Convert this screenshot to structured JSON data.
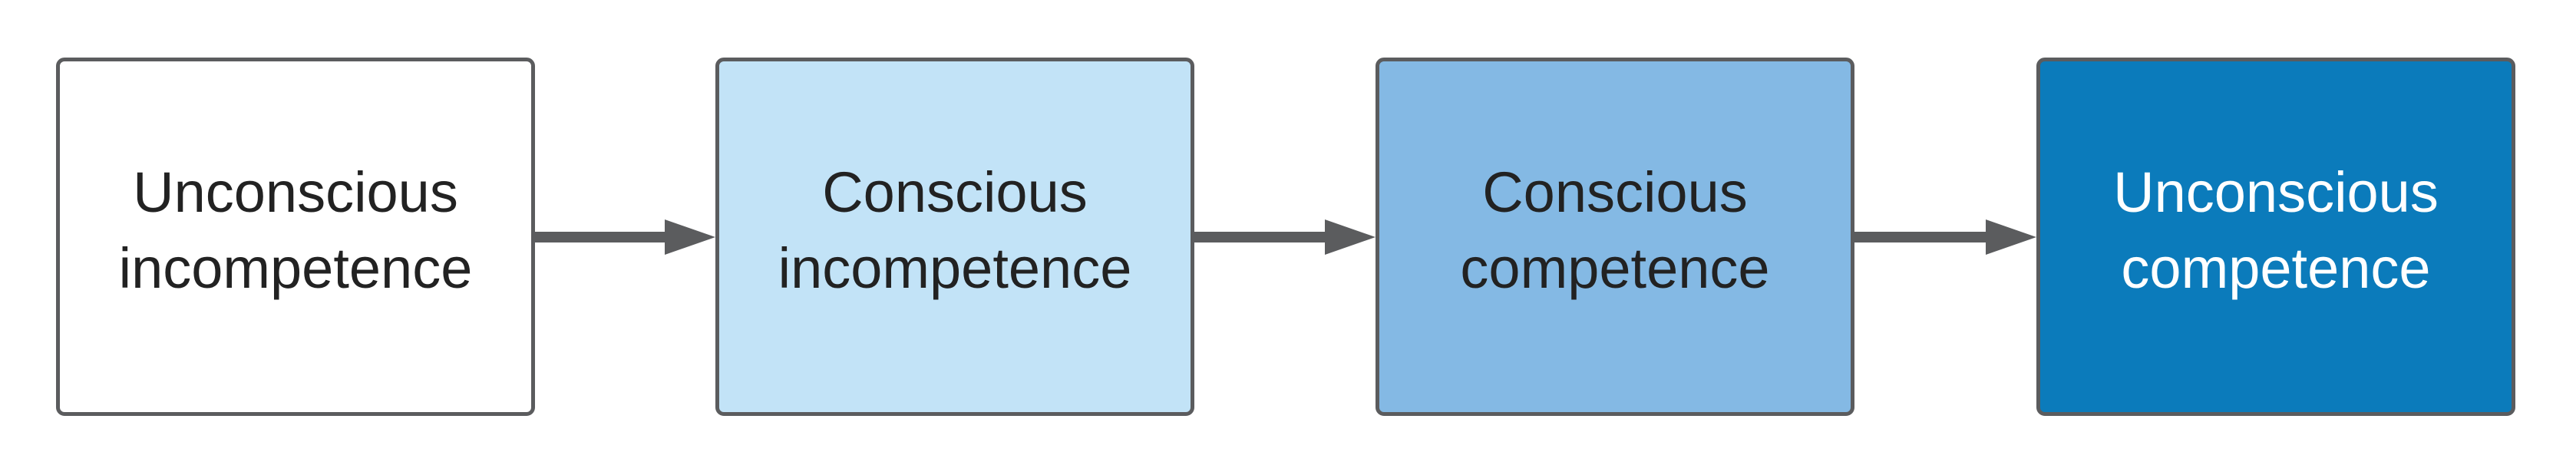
{
  "stages": [
    {
      "label": "Unconscious\nincompetence",
      "fill": "#ffffff",
      "text_color": "#222222"
    },
    {
      "label": "Conscious\nincompetence",
      "fill": "#c2e3f7",
      "text_color": "#222222"
    },
    {
      "label": "Conscious\ncompetence",
      "fill": "#84b9e4",
      "text_color": "#222222"
    },
    {
      "label": "Unconscious\ncompetence",
      "fill": "#0b7bbb",
      "text_color": "#ffffff"
    }
  ],
  "colors": {
    "border": "#5b5c5e",
    "arrow": "#5b5c5e"
  }
}
